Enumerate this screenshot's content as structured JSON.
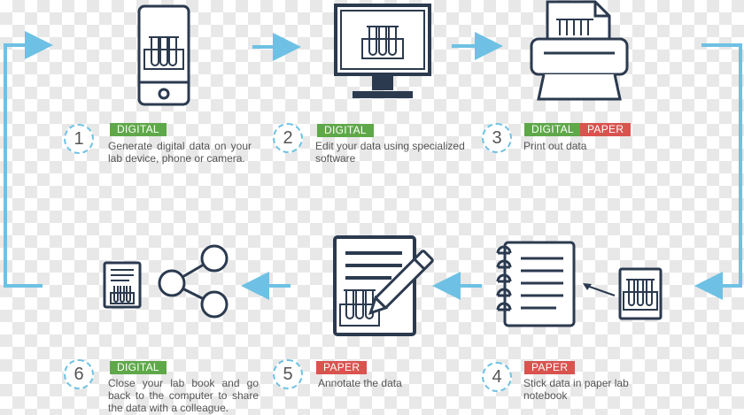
{
  "steps": [
    {
      "number": "1",
      "tags": [
        "DIGITAL"
      ],
      "text": "Generate digital data on your lab device, phone or camera."
    },
    {
      "number": "2",
      "tags": [
        "DIGITAL"
      ],
      "text": "Edit your data using specialized software"
    },
    {
      "number": "3",
      "tags": [
        "DIGITAL",
        "PAPER"
      ],
      "text": "Print out data"
    },
    {
      "number": "4",
      "tags": [
        "PAPER"
      ],
      "text": "Stick data in paper lab notebook"
    },
    {
      "number": "5",
      "tags": [
        "PAPER"
      ],
      "text": "Annotate the data"
    },
    {
      "number": "6",
      "tags": [
        "DIGITAL"
      ],
      "text": "Close your lab book and go back to the computer to share the data with a colleague."
    }
  ],
  "colors": {
    "digital": "#5fa84a",
    "paper": "#d9534f",
    "arrow": "#6ec1e4",
    "icon_stroke": "#2b3a4f"
  },
  "icons": [
    "smartphone-icon",
    "monitor-icon",
    "printer-icon",
    "notebook-icon",
    "annotate-icon",
    "share-icon"
  ]
}
